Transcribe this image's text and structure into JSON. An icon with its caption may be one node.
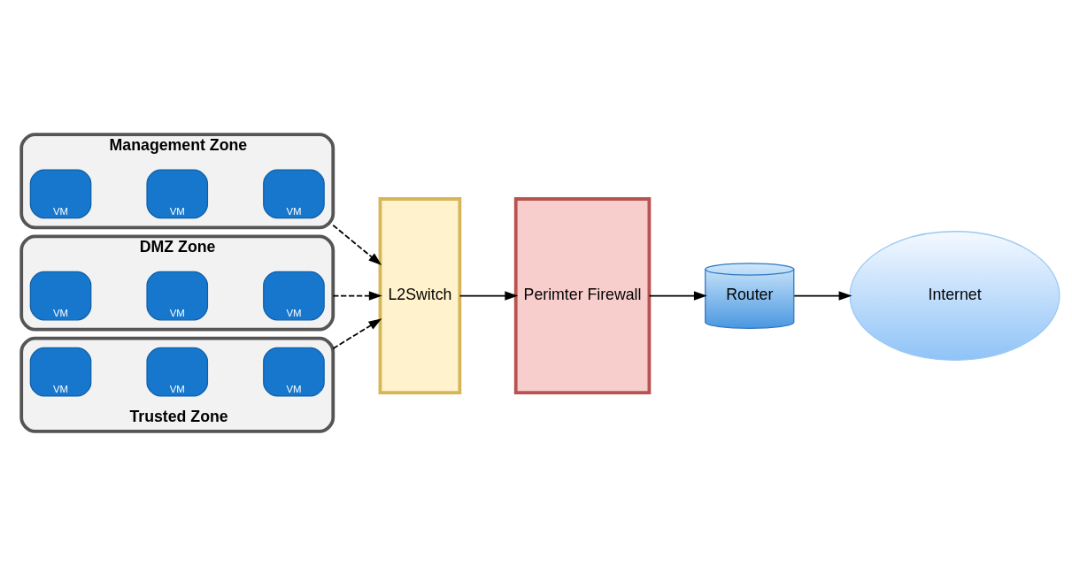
{
  "diagram": {
    "nodes": [
      {
        "text": [
          "Management Zone"
        ]
      },
      {
        "text": [
          "VM"
        ],
        "in": 0
      },
      {
        "text": [
          "VM"
        ],
        "in": 0
      },
      {
        "text": [
          "VM"
        ],
        "in": 0
      },
      {
        "text": [
          "DMZ Zone"
        ]
      },
      {
        "text": [
          "VM"
        ],
        "in": 4
      },
      {
        "text": [
          "VM"
        ],
        "in": 4
      },
      {
        "text": [
          "VM"
        ],
        "in": 4
      },
      {
        "text": [
          "Trusted Zone"
        ]
      },
      {
        "text": [
          "VM"
        ],
        "in": 8
      },
      {
        "text": [
          "VM"
        ],
        "in": 8
      },
      {
        "text": [
          "VM"
        ],
        "in": 8
      },
      {
        "text": [
          "L2Switch"
        ]
      },
      {
        "text": [
          "Perimter Firewall"
        ]
      },
      {
        "text": [
          "Router"
        ]
      },
      {
        "text": [
          "Internet"
        ]
      }
    ],
    "edges": [
      {
        "from": 0,
        "to": 12,
        "arrow": "to",
        "style": "dashed"
      },
      {
        "from": 4,
        "to": 12,
        "arrow": "to",
        "style": "dashed"
      },
      {
        "from": 8,
        "to": 12,
        "arrow": "to",
        "style": "dashed"
      },
      {
        "from": 12,
        "to": 13,
        "arrow": "to"
      },
      {
        "from": 13,
        "to": 14,
        "arrow": "to"
      },
      {
        "from": 14,
        "to": 15,
        "arrow": "to"
      }
    ]
  }
}
